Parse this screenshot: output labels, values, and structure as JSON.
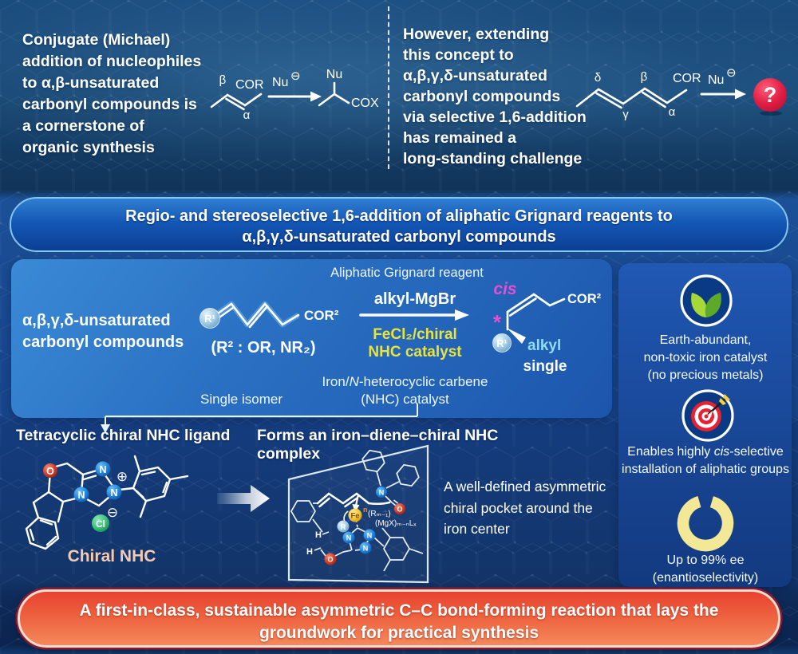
{
  "colors": {
    "background_top": "#1a4c7e",
    "background_bottom": "#0b2450",
    "banner_border": "#84c6ee",
    "panel_main_blue": "#2a70c2",
    "panel_side_blue": "#16418c",
    "accent_yellow": "#e9e43c",
    "accent_magenta": "#ea4cd4",
    "accent_cyan": "#8edcf8",
    "caption_peach": "#f5cab2",
    "footer_red": "#e8422f",
    "footer_orange": "#f5895c",
    "question_red": "#e3274d",
    "atom_n_blue": "#2488e0",
    "atom_o_red": "#d6402c",
    "atom_cl_green": "#3fc47e",
    "fe_yellow": "#f0ca3a",
    "leaf_green_light": "#a6d838",
    "leaf_green_dark": "#5ea82a",
    "donut_yellow": "#f3e896"
  },
  "top_left": {
    "lines": [
      "Conjugate (Michael)",
      "addition of nucleophiles",
      "to α,β-unsaturated",
      "carbonyl compounds is",
      "a cornerstone of",
      "organic synthesis"
    ]
  },
  "top_left_scheme": {
    "beta": "β",
    "alpha": "α",
    "cor": "COR",
    "nu": "Nu",
    "minus": "⊖",
    "product_nu": "Nu",
    "cox": "COX"
  },
  "top_right": {
    "lines": [
      "However, extending",
      "this concept to",
      "α,β,γ,δ-unsaturated",
      "carbonyl compounds",
      "via selective 1,6-addition",
      "has remained a",
      "long-standing challenge"
    ]
  },
  "top_right_scheme": {
    "delta": "δ",
    "gamma": "γ",
    "beta": "β",
    "alpha": "α",
    "cor": "COR",
    "nu": "Nu",
    "minus": "⊖",
    "question": "?"
  },
  "banner": {
    "line1": "Regio- and stereoselective 1,6-addition of aliphatic Grignard reagents to",
    "line2": "α,β,γ,δ-unsaturated carbonyl compounds"
  },
  "scheme": {
    "substrate_label_line1": "α,β,γ,δ-unsaturated",
    "substrate_label_line2": "carbonyl compounds",
    "r1": "R¹",
    "cor2": "COR²",
    "r2_note": "(R² : OR, NR₂)",
    "grignard_caption": "Aliphatic Grignard reagent",
    "reagent": "alkyl-MgBr",
    "catalyst_line1": "FeCl₂/chiral",
    "catalyst_line2": "NHC catalyst",
    "cis": "cis",
    "stereocenter": "*",
    "product_r1": "R¹",
    "product_cor2": "COR²",
    "alkyl": "alkyl",
    "single": "single",
    "single_isomer": "Single isomer",
    "nhc_caption_prefix": "Iron/",
    "nhc_caption_italic": "N",
    "nhc_caption_suffix": "-heterocyclic carbene",
    "nhc_caption_line2": "(NHC) catalyst"
  },
  "ligand": {
    "title": "Tetracyclic chiral NHC ligand",
    "caption": "Chiral NHC",
    "atom_o": "O",
    "atom_n": "N",
    "atom_cl": "Cl",
    "plus": "⊕",
    "minus": "⊖"
  },
  "complex": {
    "title": "Forms an iron–diene–chiral NHC complex",
    "description_lines": [
      "A well-defined asymmetric",
      "chiral pocket around the",
      "iron center"
    ],
    "fe": "Fe",
    "fe_sup": "n",
    "rm_label": "(Rₘ₋₁)",
    "mgx_label": "(MgX)ₘ₋ₙLₓ",
    "r": "R",
    "atom_n": "N",
    "atom_o": "O",
    "atom_h": "H"
  },
  "benefits": {
    "item1_lines": [
      "Earth-abundant,",
      "non-toxic iron catalyst",
      "(no precious metals)"
    ],
    "item2_line1_prefix": "Enables highly ",
    "item2_line1_italic": "cis",
    "item2_line1_suffix": "-selective",
    "item2_line2": "installation of aliphatic groups",
    "item3_percent": 99,
    "item3_lines": [
      "Up to 99% ee",
      "(enantioselectivity)"
    ]
  },
  "footer": {
    "line1": "A first-in-class, sustainable asymmetric C–C bond-forming reaction that lays the",
    "line2": "groundwork for practical synthesis"
  }
}
